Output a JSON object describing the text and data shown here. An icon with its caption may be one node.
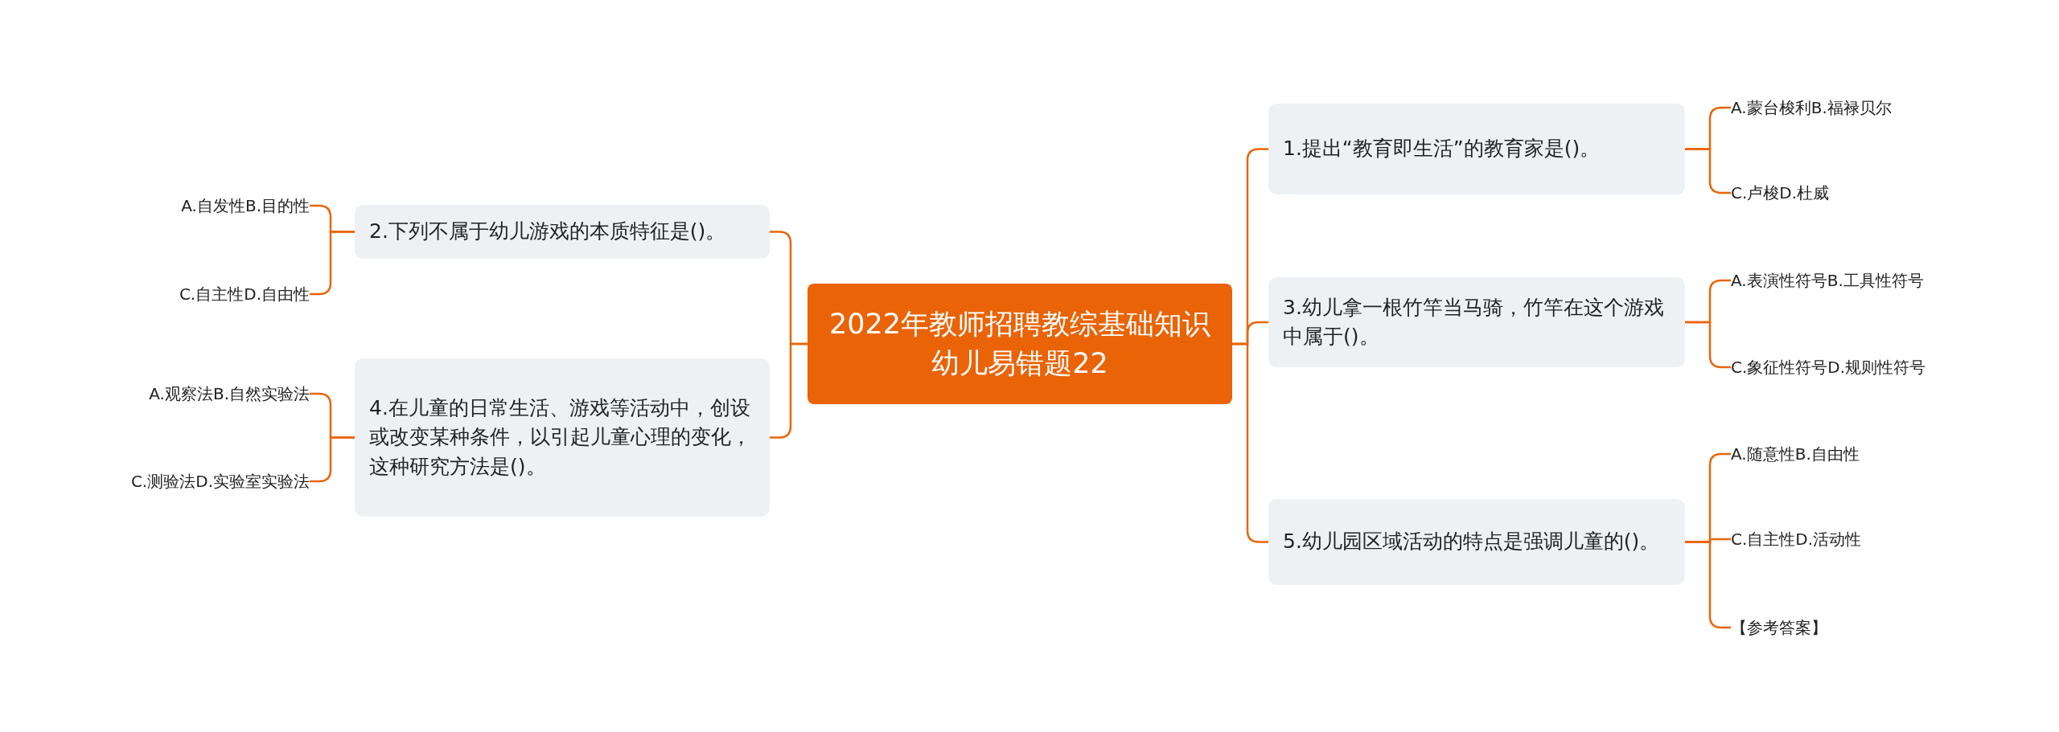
{
  "diagram": {
    "nodes": [
      {
        "text": [
          "2022年教师招聘教综基础知识幼儿易错题22"
        ]
      },
      {
        "text": [
          "2.下列不属于幼儿游戏的本质特征是()。"
        ]
      },
      {
        "text": [
          "A.自发性B.目的性"
        ]
      },
      {
        "text": [
          "C.自主性D.自由性"
        ]
      },
      {
        "text": [
          "4.在儿童的日常生活、游戏等活动中，创设或改变某种条件，以引起儿童心理的变化，这种研究方法是()。"
        ]
      },
      {
        "text": [
          "A.观察法B.自然实验法"
        ]
      },
      {
        "text": [
          "C.测验法D.实验室实验法"
        ]
      },
      {
        "text": [
          "1.提出“教育即生活”的教育家是()。"
        ]
      },
      {
        "text": [
          "A.蒙台梭利B.福禄贝尔"
        ]
      },
      {
        "text": [
          "C.卢梭D.杜威"
        ]
      },
      {
        "text": [
          "3.幼儿拿一根竹竿当马骑，竹竿在这个游戏中属于()。"
        ]
      },
      {
        "text": [
          "A.表演性符号B.工具性符号"
        ]
      },
      {
        "text": [
          "C.象征性符号D.规则性符号"
        ]
      },
      {
        "text": [
          "5.幼儿园区域活动的特点是强调儿童的()。"
        ]
      },
      {
        "text": [
          "A.随意性B.自由性"
        ]
      },
      {
        "text": [
          "C.自主性D.活动性"
        ]
      },
      {
        "text": [
          "【参考答案】"
        ]
      }
    ],
    "edges": [
      {
        "from": 0,
        "to": 1,
        "arrow": "none"
      },
      {
        "from": 0,
        "to": 4,
        "arrow": "none"
      },
      {
        "from": 1,
        "to": 2,
        "arrow": "none"
      },
      {
        "from": 1,
        "to": 3,
        "arrow": "none"
      },
      {
        "from": 4,
        "to": 5,
        "arrow": "none"
      },
      {
        "from": 4,
        "to": 6,
        "arrow": "none"
      },
      {
        "from": 0,
        "to": 7,
        "arrow": "none"
      },
      {
        "from": 0,
        "to": 10,
        "arrow": "none"
      },
      {
        "from": 0,
        "to": 13,
        "arrow": "none"
      },
      {
        "from": 7,
        "to": 8,
        "arrow": "none"
      },
      {
        "from": 7,
        "to": 9,
        "arrow": "none"
      },
      {
        "from": 10,
        "to": 11,
        "arrow": "none"
      },
      {
        "from": 10,
        "to": 12,
        "arrow": "none"
      },
      {
        "from": 13,
        "to": 14,
        "arrow": "none"
      },
      {
        "from": 13,
        "to": 15,
        "arrow": "none"
      },
      {
        "from": 13,
        "to": 16,
        "arrow": "none"
      }
    ]
  }
}
